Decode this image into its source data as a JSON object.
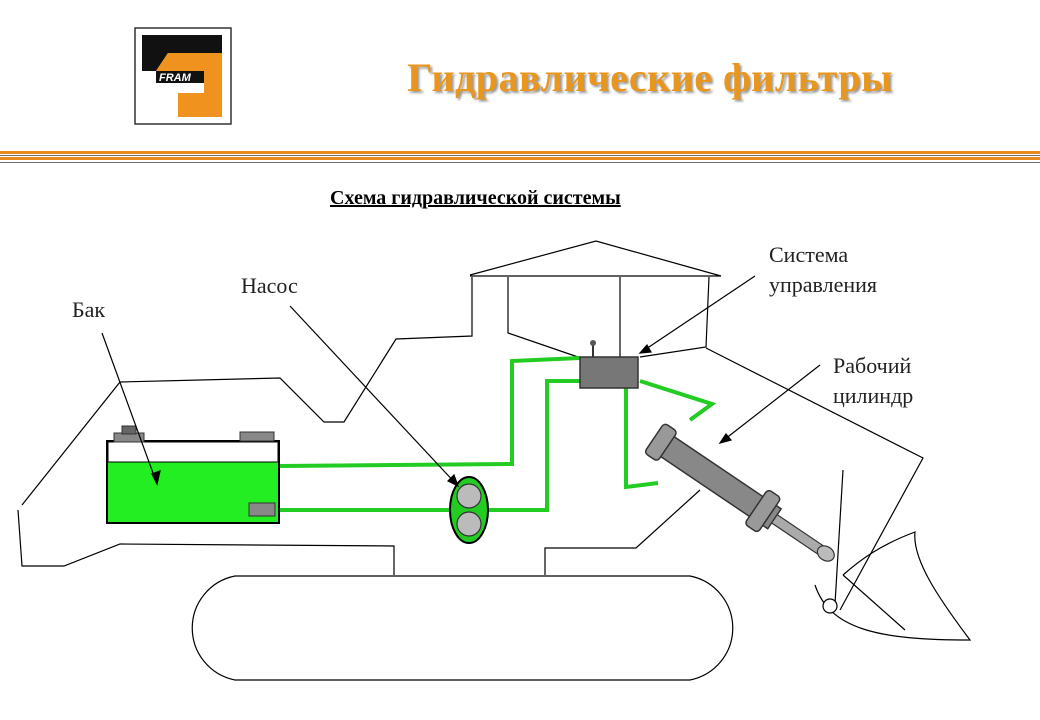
{
  "header": {
    "title": "Гидравлические фильтры",
    "logo_text": "FRAM"
  },
  "diagram": {
    "subtitle": "Схема гидравлической системы",
    "labels": {
      "tank": "Бак",
      "pump": "Насос",
      "control_line1": "Система",
      "control_line2": "управления",
      "cylinder_line1": "Рабочий",
      "cylinder_line2": "цилиндр"
    }
  },
  "colors": {
    "accent": "#e8961e",
    "fluid": "#22cc22",
    "tank_fill": "#22ee22",
    "outline": "#000000"
  }
}
